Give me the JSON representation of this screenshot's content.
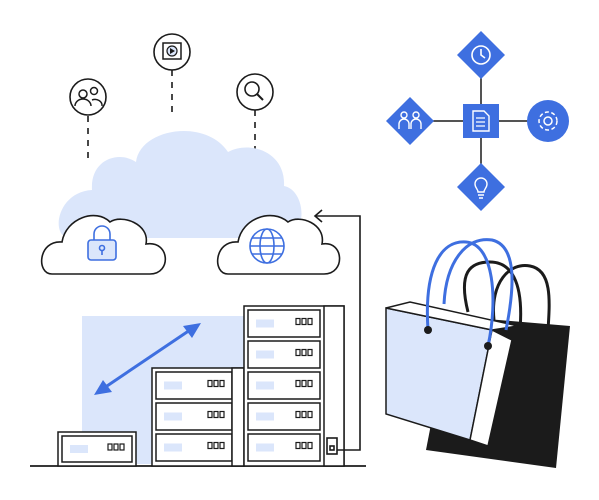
{
  "colors": {
    "ink": "#1b1b1b",
    "accent": "#3e6fe0",
    "tint": "#dbe6fb",
    "white": "#ffffff"
  },
  "icons": [
    "users-icon",
    "video-icon",
    "search-icon",
    "lock-icon",
    "globe-icon",
    "clock-icon",
    "team-icon",
    "document-icon",
    "gear-icon",
    "lightbulb-icon",
    "double-arrow-icon",
    "return-arrow-icon"
  ],
  "scene": {
    "cloud": "cloud-network",
    "servers": "server-racks",
    "workflow": "workflow-diagram",
    "bags": "shopping-bags"
  }
}
